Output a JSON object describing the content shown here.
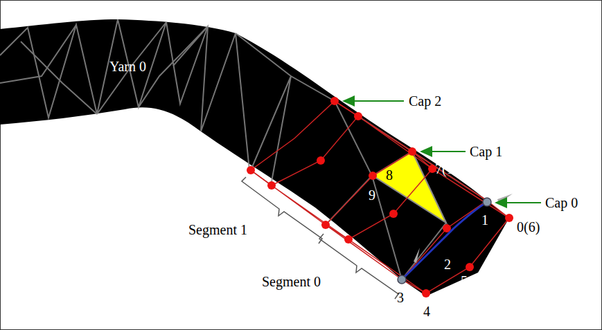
{
  "diagram": {
    "labels": [
      "Yarn 0",
      "Cap 2",
      "Cap 1",
      "8",
      "7(13)",
      "9",
      "Cap 0",
      "1",
      "0(6)",
      "Segment 1",
      "2",
      "Segment 0",
      "5",
      "3",
      "4"
    ]
  }
}
